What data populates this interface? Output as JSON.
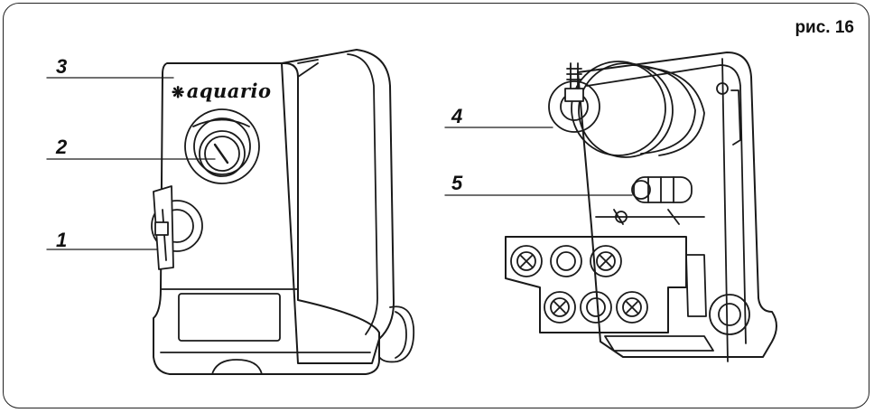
{
  "figure": {
    "caption": "рис. 16",
    "brand": "aquario",
    "brand_icon": "snowflake-flower-icon",
    "callouts": [
      {
        "id": "1",
        "label": "1"
      },
      {
        "id": "2",
        "label": "2"
      },
      {
        "id": "3",
        "label": "3"
      },
      {
        "id": "4",
        "label": "4"
      },
      {
        "id": "5",
        "label": "5"
      }
    ]
  },
  "colors": {
    "stroke": "#1a1a1a",
    "background": "#ffffff"
  }
}
